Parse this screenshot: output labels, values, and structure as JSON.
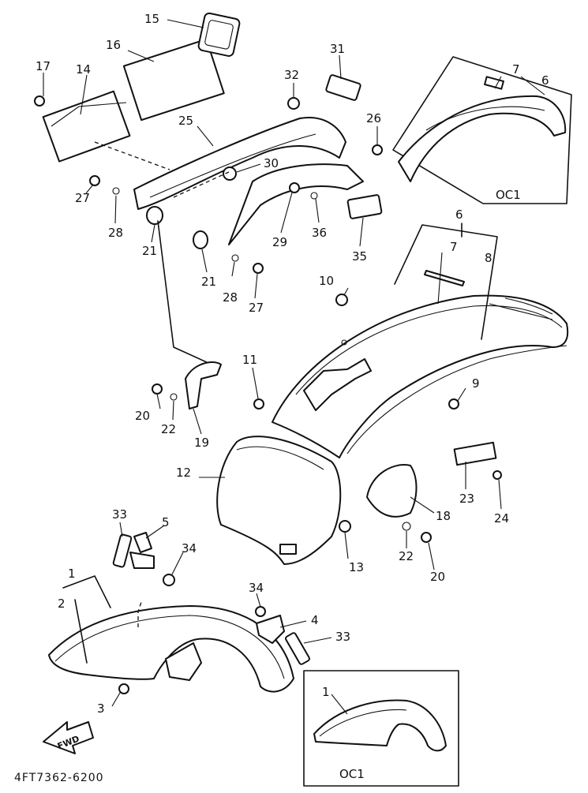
{
  "callouts": {
    "c1a": "1",
    "c2": "2",
    "c3": "3",
    "c4": "4",
    "c5": "5",
    "c6a": "6",
    "c7a": "7",
    "c6b": "6",
    "c7b": "7",
    "c8": "8",
    "c9": "9",
    "c10": "10",
    "c11": "11",
    "c12": "12",
    "c13": "13",
    "c14": "14",
    "c15": "15",
    "c16": "16",
    "c17": "17",
    "c18": "18",
    "c19": "19",
    "c20a": "20",
    "c20b": "20",
    "c21a": "21",
    "c21b": "21",
    "c22a": "22",
    "c22b": "22",
    "c23": "23",
    "c24": "24",
    "c25": "25",
    "c26": "26",
    "c27a": "27",
    "c27b": "27",
    "c28a": "28",
    "c28b": "28",
    "c29": "29",
    "c30": "30",
    "c31": "31",
    "c32": "32",
    "c33a": "33",
    "c33b": "33",
    "c34a": "34",
    "c34b": "34",
    "c35": "35",
    "c36": "36",
    "c1b": "1"
  },
  "insets": {
    "rear_label": "OC1",
    "front_label": "OC1"
  },
  "fwd_label": "FWD",
  "drawing_code": "4FT7362-6200"
}
